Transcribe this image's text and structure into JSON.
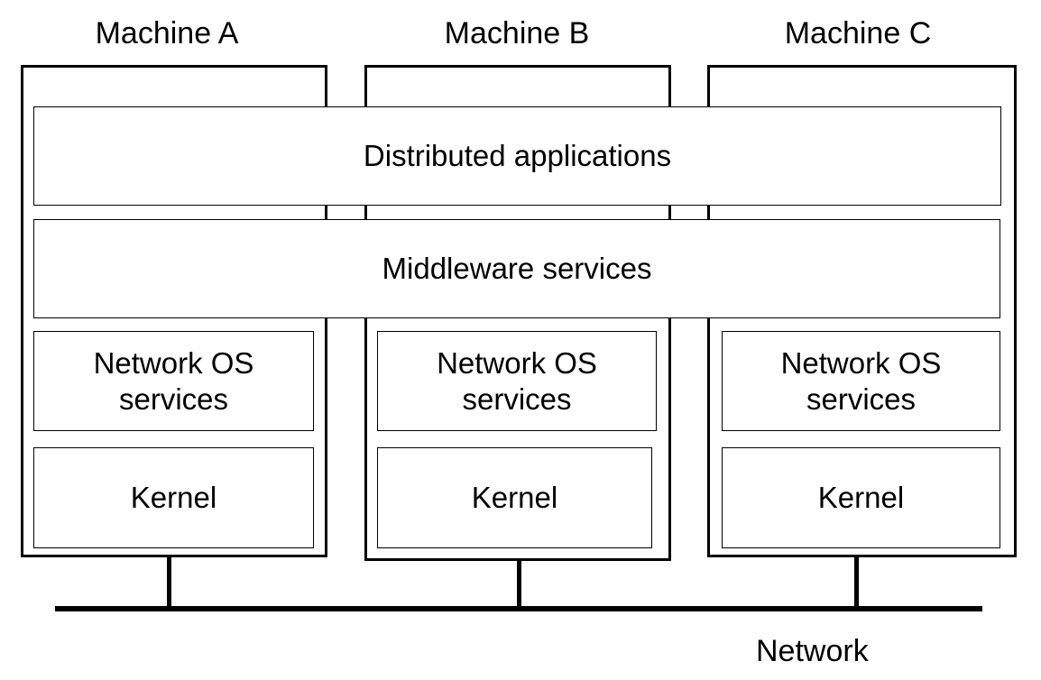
{
  "machines": [
    {
      "label": "Machine A",
      "network_os": "Network OS\nservices",
      "kernel": "Kernel"
    },
    {
      "label": "Machine B",
      "network_os": "Network OS\nservices",
      "kernel": "Kernel"
    },
    {
      "label": "Machine C",
      "network_os": "Network OS\nservices",
      "kernel": "Kernel"
    }
  ],
  "shared_layers": {
    "distributed": "Distributed applications",
    "middleware": "Middleware services"
  },
  "network": {
    "label": "Network"
  },
  "colors": {
    "line": "#000000",
    "background": "#ffffff"
  }
}
